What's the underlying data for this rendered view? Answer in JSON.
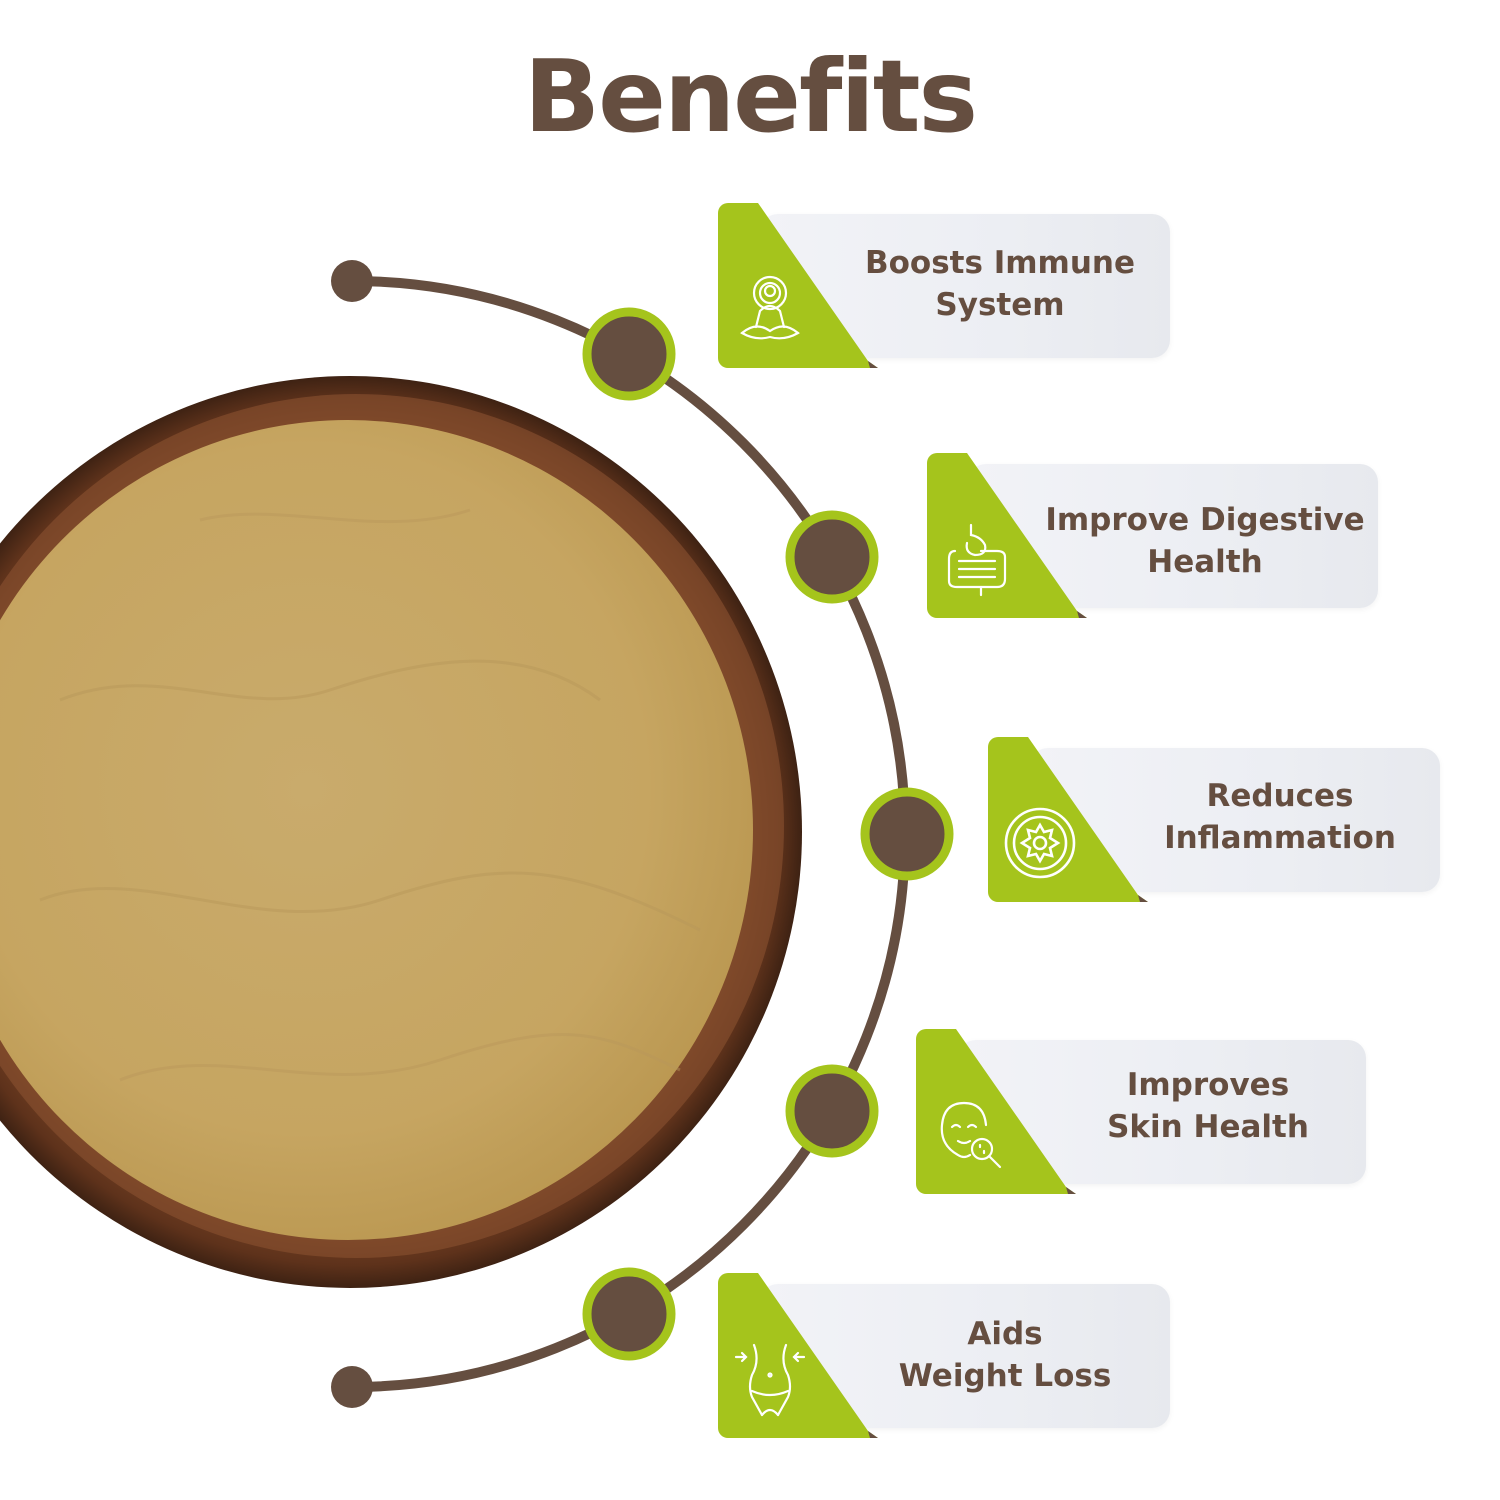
{
  "title": "Benefits",
  "colors": {
    "brown": "#654e40",
    "green": "#a5c41c",
    "card": "#eceef3",
    "powder": "#c8a866"
  },
  "benefits": [
    {
      "icon": "meditation-icon",
      "lines": [
        "Boosts Immune",
        "System"
      ]
    },
    {
      "icon": "intestine-icon",
      "lines": [
        "Improve Digestive",
        "Health"
      ]
    },
    {
      "icon": "inflammation-icon",
      "lines": [
        "Reduces",
        "Inflammation"
      ]
    },
    {
      "icon": "face-skin-icon",
      "lines": [
        "Improves",
        "Skin Health"
      ]
    },
    {
      "icon": "waist-icon",
      "lines": [
        "Aids",
        "Weight Loss"
      ]
    }
  ]
}
